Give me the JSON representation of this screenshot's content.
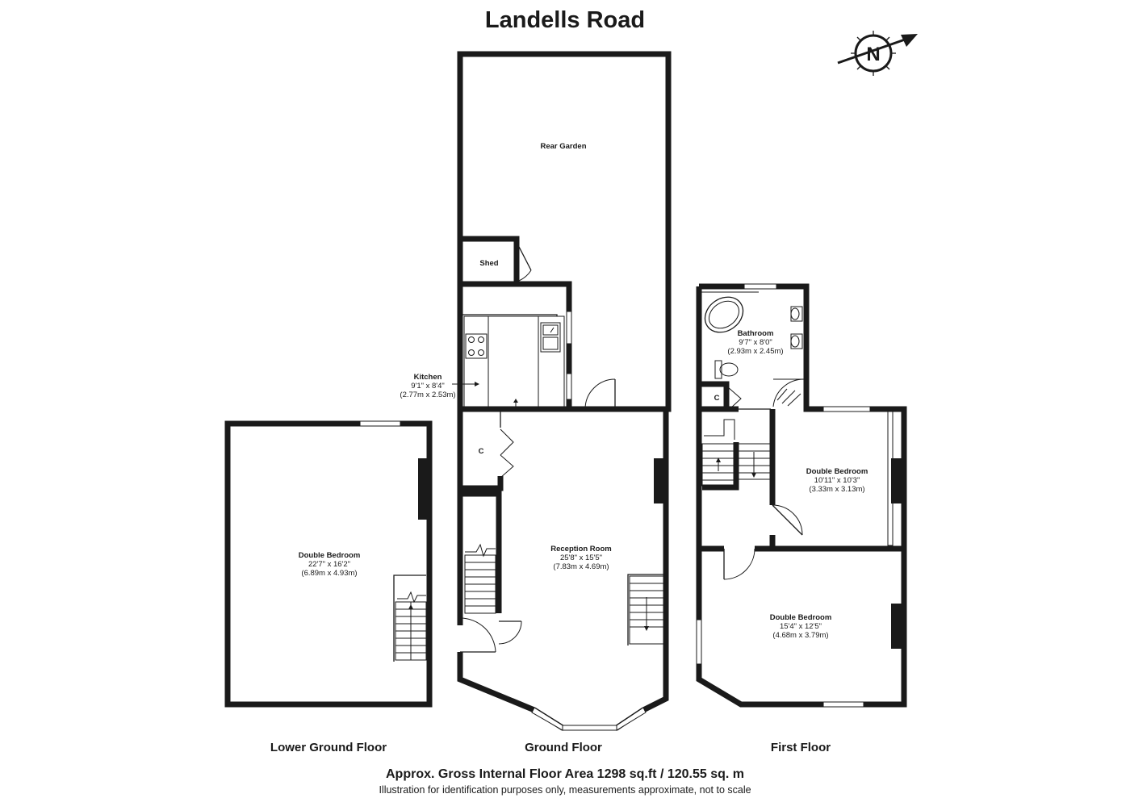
{
  "title": "Landells Road",
  "floors": {
    "lower": "Lower Ground Floor",
    "ground": "Ground Floor",
    "first": "First Floor"
  },
  "rooms": {
    "rear_garden": {
      "name": "Rear Garden"
    },
    "shed": {
      "name": "Shed"
    },
    "kitchen": {
      "name": "Kitchen",
      "imperial": "9'1\" x 8'4\"",
      "metric": "(2.77m x 2.53m)"
    },
    "ground_cupboard": {
      "name": "C"
    },
    "reception": {
      "name": "Reception Room",
      "imperial": "25'8\" x 15'5\"",
      "metric": "(7.83m x 4.69m)"
    },
    "lower_bedroom": {
      "name": "Double Bedroom",
      "imperial": "22'7\" x 16'2\"",
      "metric": "(6.89m x 4.93m)"
    },
    "bathroom": {
      "name": "Bathroom",
      "imperial": "9'7\" x 8'0\"",
      "metric": "(2.93m x 2.45m)"
    },
    "first_cupboard": {
      "name": "C"
    },
    "first_bedroom_rear": {
      "name": "Double Bedroom",
      "imperial": "10'11\" x 10'3\"",
      "metric": "(3.33m x 3.13m)"
    },
    "first_bedroom_front": {
      "name": "Double Bedroom",
      "imperial": "15'4\" x 12'5\"",
      "metric": "(4.68m x 3.79m)"
    }
  },
  "compass": {
    "label": "N",
    "icon": "north-arrow-icon"
  },
  "footer": {
    "area": "Approx. Gross Internal Floor Area 1298 sq.ft / 120.55 sq. m",
    "disclaimer": "Illustration for identification purposes only, measurements approximate, not to scale"
  }
}
